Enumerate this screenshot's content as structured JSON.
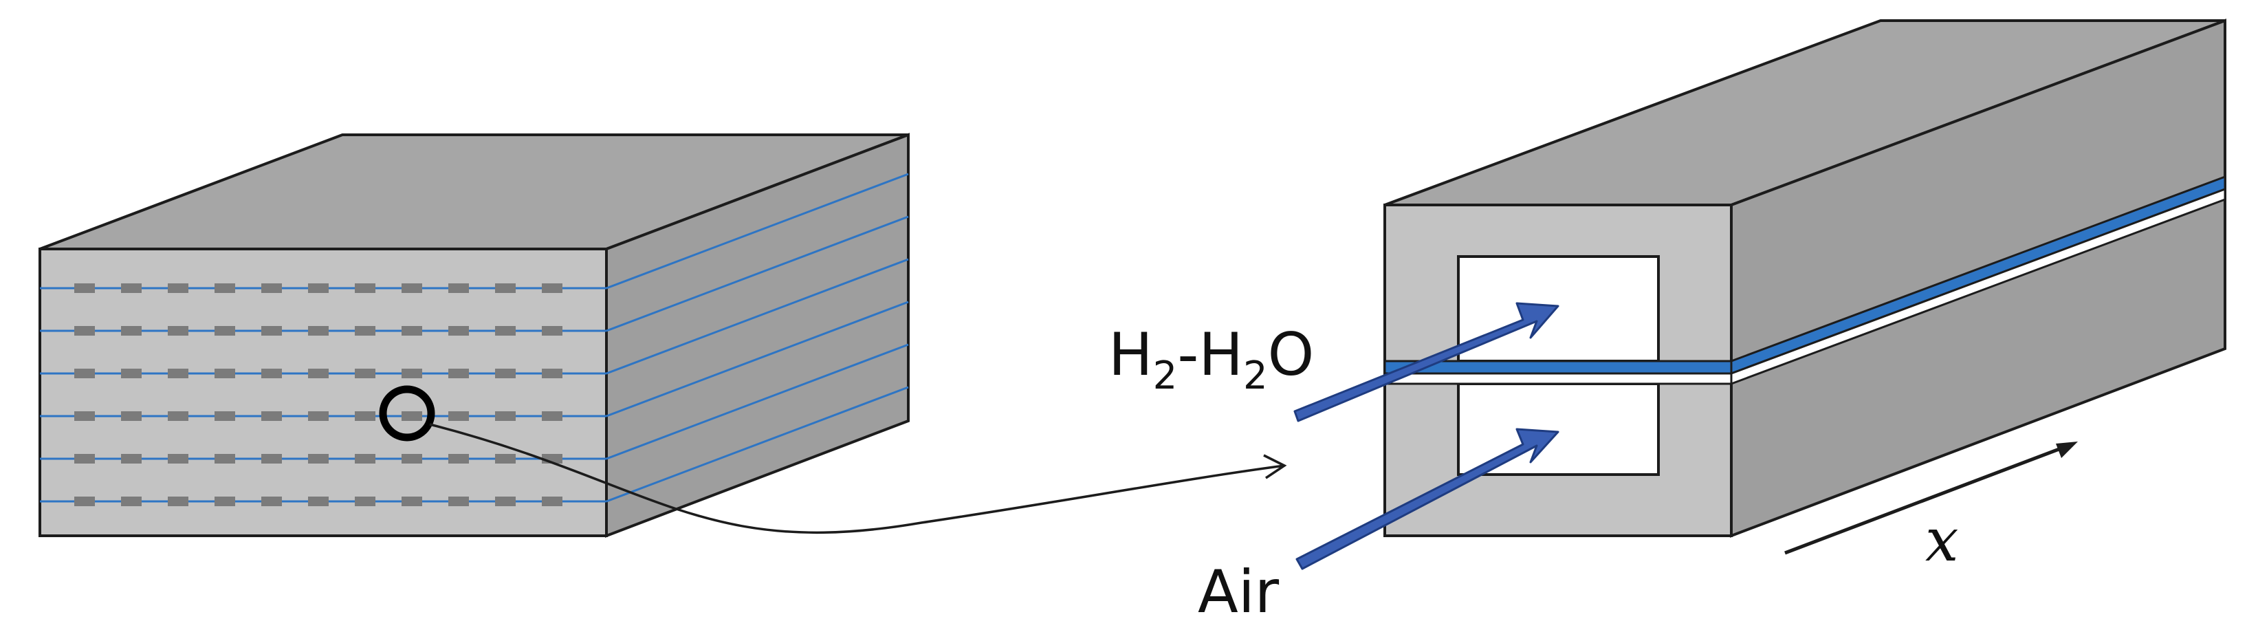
{
  "labels": {
    "fuel_H": "H",
    "fuel_sub1": "2",
    "fuel_mid": "-H",
    "fuel_sub2": "2",
    "fuel_O": "O",
    "air": "Air",
    "axis_x": "x"
  },
  "stack": {
    "cell_rows": 6,
    "segments_per_row": 11
  },
  "colors": {
    "face_front": "#c3c3c3",
    "face_top": "#a6a6a6",
    "face_side": "#9e9e9e",
    "outline": "#1c1c1c",
    "electrolyte": "#2e75c4",
    "arrow_fill": "#3a5fb4",
    "arrow_edge": "#1f3c80",
    "channel": "#ffffff",
    "segment": "#7b7b7b"
  }
}
